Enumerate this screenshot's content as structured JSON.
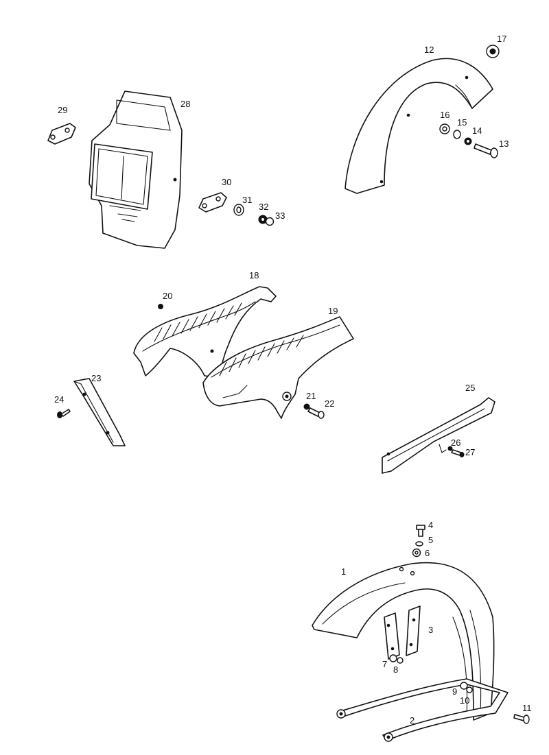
{
  "diagram": {
    "callouts": [
      "1",
      "2",
      "3",
      "4",
      "5",
      "6",
      "7",
      "8",
      "9",
      "10",
      "11",
      "12",
      "13",
      "14",
      "15",
      "16",
      "17",
      "18",
      "19",
      "20",
      "21",
      "22",
      "23",
      "24",
      "25",
      "26",
      "27",
      "28",
      "29",
      "30",
      "31",
      "32",
      "33"
    ]
  }
}
